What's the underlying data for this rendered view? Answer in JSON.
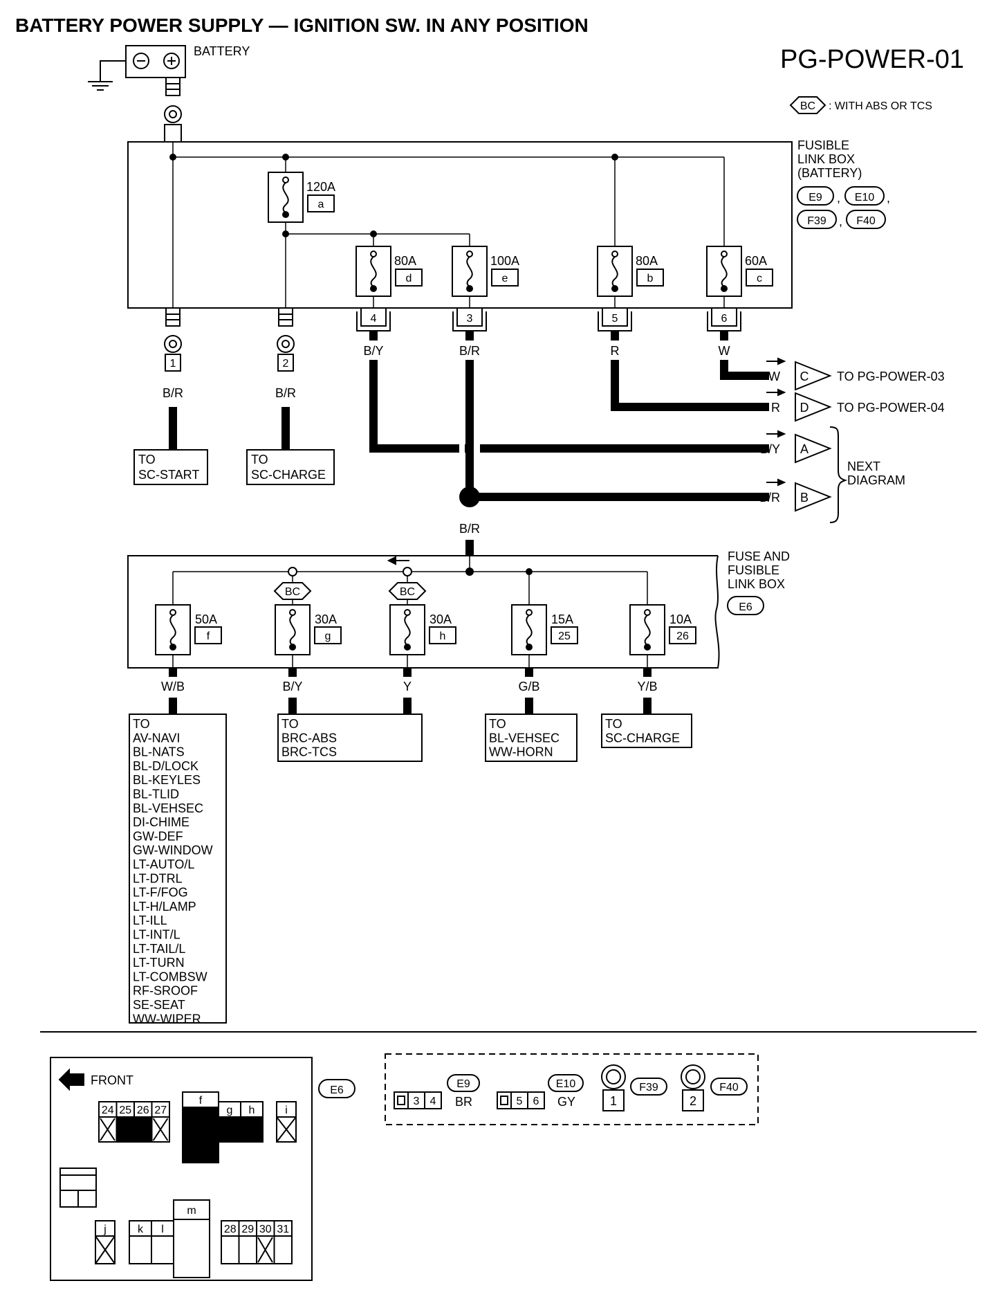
{
  "title": "BATTERY POWER SUPPLY — IGNITION SW. IN ANY POSITION",
  "page_code": "PG-POWER-01",
  "legend": {
    "tag": "BC",
    "text": ": WITH ABS OR TCS"
  },
  "battery_label": "BATTERY",
  "fusible_link_box": {
    "title_lines": [
      "FUSIBLE",
      "LINK BOX",
      "(BATTERY)"
    ],
    "connectors": [
      "E9",
      "E10",
      "F39",
      "F40"
    ],
    "sep1": ",",
    "sep2": ",",
    "sep3": ",",
    "main_fuse": {
      "rating": "120A",
      "id": "a"
    },
    "fuses": [
      {
        "rating": "80A",
        "id": "d",
        "term": "4",
        "wire": "B/Y"
      },
      {
        "rating": "100A",
        "id": "e",
        "term": "3",
        "wire": "B/R"
      },
      {
        "rating": "80A",
        "id": "b",
        "term": "5",
        "wire": "R"
      },
      {
        "rating": "60A",
        "id": "c",
        "term": "6",
        "wire": "W"
      }
    ],
    "bolt_terms": [
      {
        "term": "1",
        "wire": "B/R",
        "dest": [
          "TO",
          "SC-START"
        ]
      },
      {
        "term": "2",
        "wire": "B/R",
        "dest": [
          "TO",
          "SC-CHARGE"
        ]
      }
    ]
  },
  "off_page": [
    {
      "wire": "W",
      "tag": "C",
      "text": "TO PG-POWER-03"
    },
    {
      "wire": "R",
      "tag": "D",
      "text": "TO PG-POWER-04"
    },
    {
      "wire": "B/Y",
      "tag": "A"
    },
    {
      "wire": "B/R",
      "tag": "B"
    }
  ],
  "next_diagram": [
    "NEXT",
    "DIAGRAM"
  ],
  "junction_wire": "B/R",
  "fuse_box": {
    "title_lines": [
      "FUSE AND",
      "FUSIBLE",
      "LINK BOX"
    ],
    "connector": "E6",
    "fuses": [
      {
        "rating": "50A",
        "id": "f",
        "wire": "W/B",
        "option": ""
      },
      {
        "rating": "30A",
        "id": "g",
        "wire": "B/Y",
        "option": "BC"
      },
      {
        "rating": "30A",
        "id": "h",
        "wire": "Y",
        "option": "BC"
      },
      {
        "rating": "15A",
        "id": "25",
        "wire": "G/B",
        "option": ""
      },
      {
        "rating": "10A",
        "id": "26",
        "wire": "Y/B",
        "option": ""
      }
    ]
  },
  "destinations": {
    "f": [
      "TO",
      "AV-NAVI",
      "BL-NATS",
      "BL-D/LOCK",
      "BL-KEYLES",
      "BL-TLID",
      "BL-VEHSEC",
      "DI-CHIME",
      "GW-DEF",
      "GW-WINDOW",
      "LT-AUTO/L",
      "LT-DTRL",
      "LT-F/FOG",
      "LT-H/LAMP",
      "LT-ILL",
      "LT-INT/L",
      "LT-TAIL/L",
      "LT-TURN",
      "LT-COMBSW",
      "RF-SROOF",
      "SE-SEAT",
      "WW-WIPER"
    ],
    "gh": [
      "TO",
      "BRC-ABS",
      "BRC-TCS"
    ],
    "25": [
      "TO",
      "BL-VEHSEC",
      "WW-HORN"
    ],
    "26": [
      "TO",
      "SC-CHARGE"
    ]
  },
  "layout_view": {
    "front_label": "FRONT",
    "connector": "E6",
    "top_small": [
      "24",
      "25",
      "26",
      "27"
    ],
    "big_labels": [
      "f",
      "g",
      "h",
      "i"
    ],
    "bottom_labels": [
      "j",
      "k",
      "l",
      "m"
    ],
    "bottom_small": [
      "28",
      "29",
      "30",
      "31"
    ]
  },
  "connector_views": [
    {
      "id": "E9",
      "pins": [
        "3",
        "4"
      ],
      "color": "BR"
    },
    {
      "id": "E10",
      "pins": [
        "5",
        "6"
      ],
      "color": "GY"
    },
    {
      "id": "F39",
      "pin": "1"
    },
    {
      "id": "F40",
      "pin": "2"
    }
  ]
}
